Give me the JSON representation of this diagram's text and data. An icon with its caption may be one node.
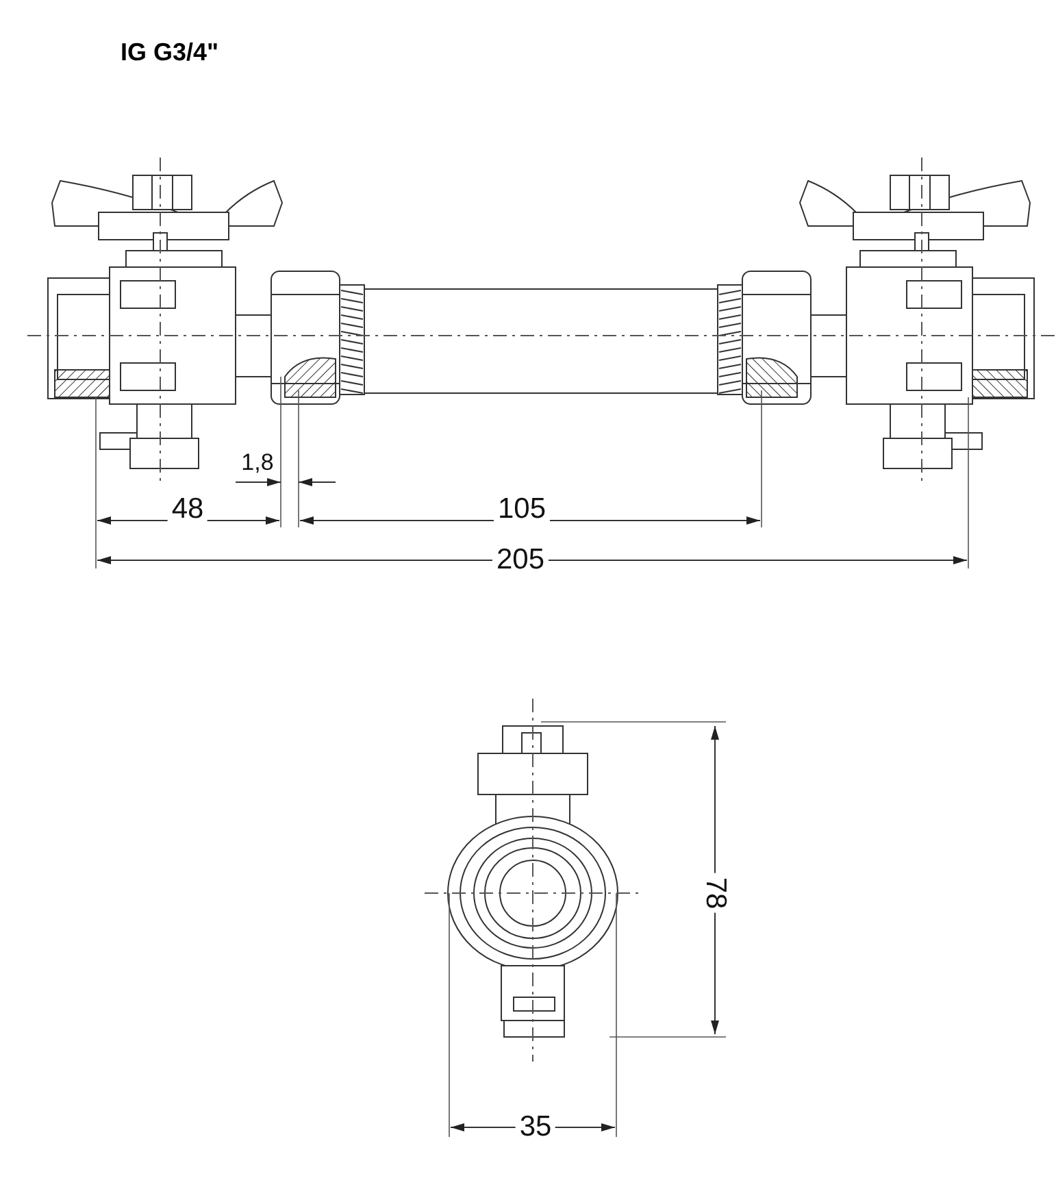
{
  "diagram": {
    "title": "IG G3/4\"",
    "labels": [
      "1,8",
      "48",
      "105",
      "205",
      "78",
      "35"
    ]
  }
}
